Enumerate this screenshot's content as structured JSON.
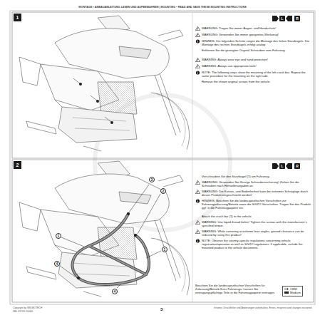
{
  "diagram": {
    "nodes": [
      {
        "text": [
          "1"
        ]
      },
      {
        "text": [
          "2"
        ]
      },
      {
        "text": [
          "OEM",
          "Medium"
        ]
      }
    ],
    "labels": [
      "MONTAGE • ANBAUANLEITUNG LESEN UND AUFBEWAHREN | MOUNTING • READ AND SAVE THESE MOUNTING INSTRUCTIONS",
      "WARNUNG: Tragen Sie immer Augen- und Handschutz!",
      "WARNUNG: Verwenden Sie immer geeignetes Werkzeug!",
      "HINWEIS: Die folgenden Schritte zeigen die Montage des linken Sturzbügels. Die Montage des rechten Sturzbügels erfolgt analog.",
      "Entfernen Sie die gezeigten Original-Schrauben vom Fahrzeug.",
      "WARNING: Always wear eye and hand protection!",
      "WARNING: Always use appropriate tools!",
      "NOTE: The following steps show the mounting of the left crash bar. Repeat the same procedure for the mounting on the right side.",
      "Remove the shown original screws from the vehicle.",
      "Verschrauben Sie den Sturzbügel (1) am Fahrzeug.",
      "WARNUNG: Verwenden Sie flüssige Schraubensicherung! Ziehen Sie die Schrauben nach Herstellerangaben an.",
      "WARNUNG: Die Kurven- und Bodenfreiheit kann bei extremer Schräglage durch dieses Produkt eingeschränkt werden!",
      "HINWEIS: Beachten Sie die landesspezifischen Vorschriften zur Fahrzeugzulassung/Betrieb sowie die StVZO-Vorschriften. Tragen Sie das Produkt ggf. in die Fahrzeugpapiere ein.",
      "Attach the crash bar (1) to the vehicle.",
      "WARNING: Use liquid thread locker! Tighten the screws with the manufacturer's specified torque.",
      "WARNING: While cornering at extreme lean angles, ground clearance can be reduced by using this product!",
      "NOTE: Observe the country-specific regulations concerning vehicle registration/operation as well as StVZO regulations. If applicable, include the mounted product in the vehicle documents.",
      "Beachten Sie die landesspezifischen Vorschriften für Zulassung/Betrieb Ihres Fahrzeugs. Lassen Sie eintragungspflichtige Teile in die Fahrzeugpapiere eintragen.",
      "3",
      "2",
      "1",
      "4",
      "4",
      "1",
      "L",
      "R",
      "L",
      "R",
      "Copyright by SW-MOTECH",
      "SBL.01.951.10000",
      "Irrtümer, Druckfehler und Änderungen vorbehalten. Errors, misprints and changes excepted.",
      "3"
    ]
  }
}
